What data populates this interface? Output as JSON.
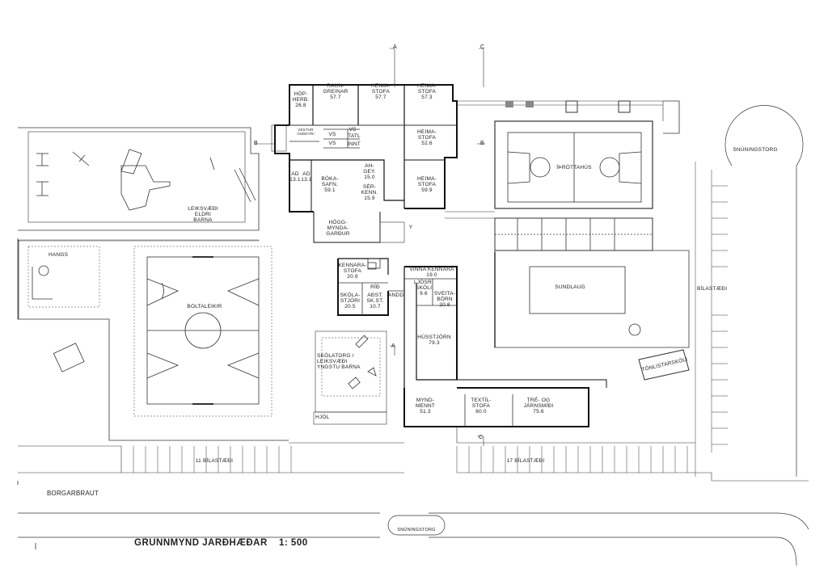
{
  "title": "GRUNNMYND JARÐHÆÐAR",
  "scale": "1: 500",
  "street": "BORGARBRAUT",
  "roundabout_label": "SNÚNINGSTORG",
  "rooms": {
    "hopherb": "HÓP-\nHERB.\n26.8",
    "raungreinar": "RAUN-\nGREINAR\n57.7",
    "heima1": "HEIMA-\nSTOFA\n57.7",
    "heima2": "HEIMA-\nSTOFA\n57.3",
    "heima3": "HEIMA-\nSTOFA\n52.6",
    "heima4": "HEIMA-\nSTOFA\n59.9",
    "ad1": "AD\n13.1",
    "ad2": "AD\n13.1",
    "bokasafn": "BÓKA-\nSAFN.\n59.1",
    "ahgey": "AH-\nGEY.\n15.0",
    "serkenn": "SÉR-\nKENN.\n15.9",
    "hoggmynda": "HÖGG-\nMYNDA-\nGARÐUR",
    "kennarastofa": "KENNARA-\nSTOFA\n20.9",
    "skolastjori": "SKÓLA-\nSTJÓRI\n20.5",
    "adst": "AÐST.\nSK.ST.\n10.7",
    "vinnakennara": "VINNA KENNARA\n19.0",
    "ljosr": "LJÓSR.\nSKÓLI\n9.6",
    "sveitaborn": "SVEITA-\nBÖRN\n20.8",
    "husstjorn": "HÚSSTJÓRN\n79.3",
    "myndmennt": "MYND-\nMENNT\n51.3",
    "textilstofa": "TEXTÍL-\nSTOFA\n60.0",
    "trejarn": "TRÉ- OG\nJÁRNSMÍÐI\n75.6",
    "vs1": "VS",
    "vs2": "VS",
    "vs3": "VS",
    "tatl": "TATL",
    "innt": "INNT",
    "rid": "RÍÐ",
    "andd": "ANDD.",
    "y": "Y",
    "vestur": "VESTUR\nANDDYRI"
  },
  "areas": {
    "leiksvaedi_eldri": "LEIKSVÆÐI\nELDRI\nBARNA",
    "hangs": "HANGS",
    "boltaleikir": "BOLTALEIKIR",
    "skolatorg": "SKÓLATORG /\nLEIKSVÆÐI\nYNGSTU BARNA",
    "hjol": "HJÓL",
    "ithrottahus": "ÍÞRÓTTAHÚS",
    "sundlaug": "SUNDLAUG",
    "tonlistarskoli": "TÓNLISTARSKÓLI",
    "bilastaedi_right": "BÍLASTÆÐI",
    "bilastaedi_11": "11 BÍLASTÆÐI",
    "bilastaedi_17": "17 BÍLASTÆÐI",
    "snuningstorg_top": "SNÚNINGSTORG"
  },
  "section_marks": {
    "a_top": "A",
    "a_bottom": "A",
    "b_left": "B",
    "b_right": "B",
    "c_top": "C",
    "c_bottom": "C"
  }
}
